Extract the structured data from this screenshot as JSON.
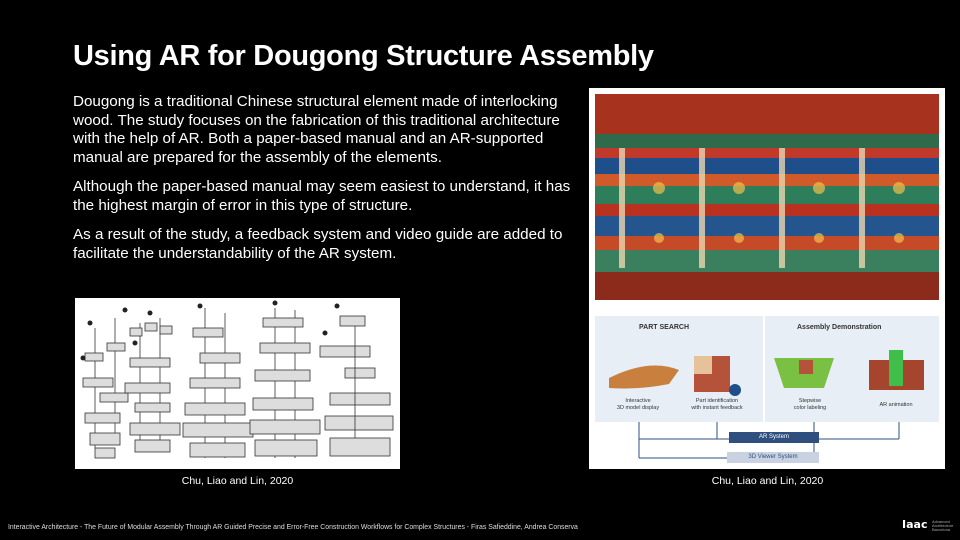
{
  "slide": {
    "title": "Using AR for Dougong Structure Assembly",
    "paragraphs": [
      "Dougong is a traditional Chinese structural element made of interlocking wood. The study focuses on the fabrication of this traditional architecture with the help of AR. Both a paper-based manual and an AR-supported manual are prepared for the assembly of the elements.",
      "Although the paper-based manual may seem easiest to understand, it has the highest margin of error in this type of structure.",
      "As a result of the study, a feedback system and video guide are added to facilitate the understandability of the AR system."
    ],
    "caption_left": "Chu, Liao and Lin, 2020",
    "caption_right": "Chu, Liao and Lin, 2020"
  },
  "diagram": {
    "part_search": "PART SEARCH",
    "assembly_demo": "Assembly Demonstration",
    "items": [
      "Interactive\n3D model display",
      "Part identification\nwith instant feedback",
      "Stepwise\ncolor labeling",
      "AR animation"
    ],
    "ar_system": "AR System",
    "viewer_system": "3D Viewer System"
  },
  "footer": {
    "text": "Interactive Architecture - The Future of Modular Assembly Through AR Guided Precise and Error-Free Construction Workflows for Complex Structures - Firas Safieddine, Andrea Conserva",
    "logo": "Iaac",
    "logo_sub": "Advanced Architecture Barcelona"
  },
  "colors": {
    "background": "#000000",
    "accent_blue": "#2f4f7f",
    "box_blue": "#e8eef6"
  }
}
